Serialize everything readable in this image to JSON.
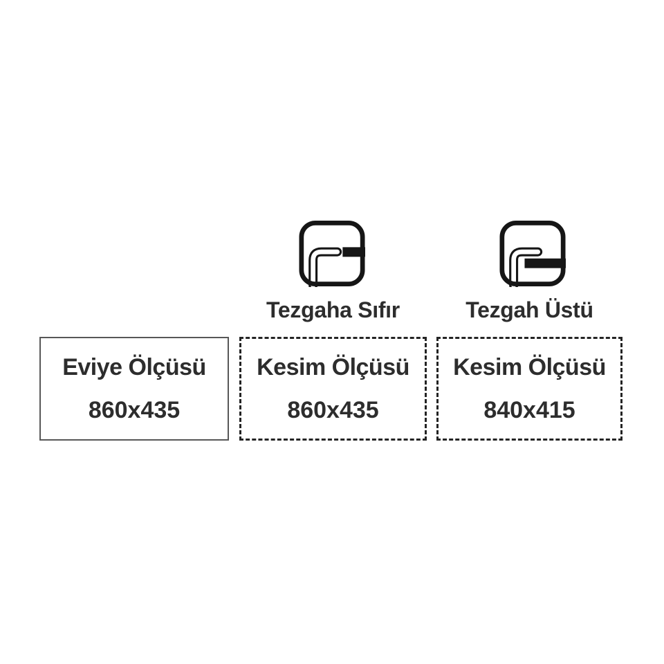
{
  "page": {
    "background_color": "#ffffff",
    "text_color": "#2d2d2d",
    "icon_color": "#161616",
    "solid_border_color": "#575757",
    "dashed_border_color": "#242424"
  },
  "mount_types": [
    {
      "label": "Tezgaha Sıfır",
      "icon": "flush-mount-sink-icon"
    },
    {
      "label": "Tezgah Üstü",
      "icon": "top-mount-sink-icon"
    }
  ],
  "dimension_boxes": [
    {
      "title": "Eviye Ölçüsü",
      "value": "860x435",
      "border_style": "solid"
    },
    {
      "title": "Kesim Ölçüsü",
      "value": "860x435",
      "border_style": "dashed"
    },
    {
      "title": "Kesim Ölçüsü",
      "value": "840x415",
      "border_style": "dashed"
    }
  ]
}
